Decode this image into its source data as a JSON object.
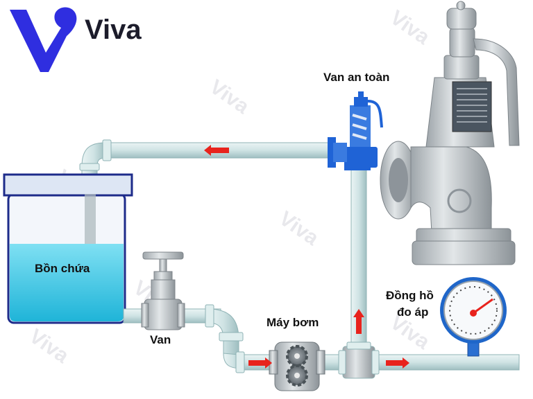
{
  "brand": {
    "name": "Viva",
    "color": "#2f2ee0"
  },
  "watermark": "Viva",
  "labels": {
    "tank": "Bồn chứa",
    "valve": "Van",
    "pump": "Máy bơm",
    "safety_valve": "Van an toàn",
    "gauge_line1": "Đồng hồ",
    "gauge_line2": "đo áp"
  },
  "colors": {
    "pipe": "#cfe3e4",
    "pipe_edge": "#8fb3b5",
    "water": "#35c3e0",
    "tank_edge": "#1d2b8a",
    "flow_arrow": "#e8231d",
    "safety_valve_blue": "#1f63d6",
    "valve_body": "#c7cccf"
  }
}
